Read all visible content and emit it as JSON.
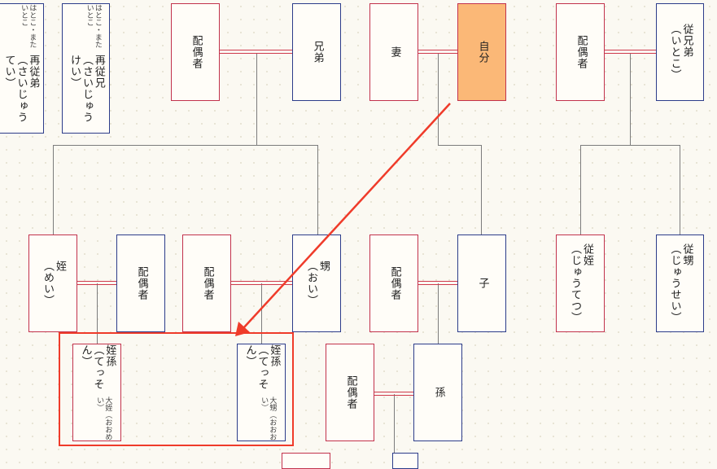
{
  "colors": {
    "male_border": "#2c3c8a",
    "female_border": "#c2324c",
    "self_fill": "#fbb877",
    "marriage_line": "#cf3b4d",
    "highlight": "#ef3b2a"
  },
  "boxes": {
    "hatoko_m": {
      "name": "再従弟",
      "sub": "（さいじゅうてい）",
      "reading": "はとこ・またいとこ"
    },
    "hatoko_f": {
      "name": "再従兄",
      "sub": "（さいじゅうけい）",
      "reading": "はとこ・またいとこ"
    },
    "spouse_sibling": {
      "name": "配偶者"
    },
    "brother": {
      "name": "兄弟"
    },
    "wife": {
      "name": "妻"
    },
    "self": {
      "name": "自分"
    },
    "spouse_cousin": {
      "name": "配偶者"
    },
    "cousin": {
      "name": "従兄弟",
      "sub": "（いとこ）"
    },
    "niece": {
      "name": "姪",
      "sub": "（めい）"
    },
    "spouse_niece": {
      "name": "配偶者"
    },
    "spouse_nephew": {
      "name": "配偶者"
    },
    "nephew": {
      "name": "甥",
      "sub": "（おい）"
    },
    "spouse_child": {
      "name": "配偶者"
    },
    "child": {
      "name": "子"
    },
    "cousin_niece": {
      "name": "従姪",
      "sub": "（じゅうてつ）"
    },
    "cousin_nephew": {
      "name": "従甥",
      "sub": "（じゅうせい）"
    },
    "grandniece": {
      "name": "姪孫",
      "sub": "（てっそん）",
      "alt": "大姪",
      "alt_reading": "（おおめい）"
    },
    "grandnephew": {
      "name": "姪孫",
      "sub": "（てっそん）",
      "alt": "大甥",
      "alt_reading": "（おおおい）"
    },
    "spouse_grandchild": {
      "name": "配偶者"
    },
    "grandchild": {
      "name": "孫"
    }
  }
}
